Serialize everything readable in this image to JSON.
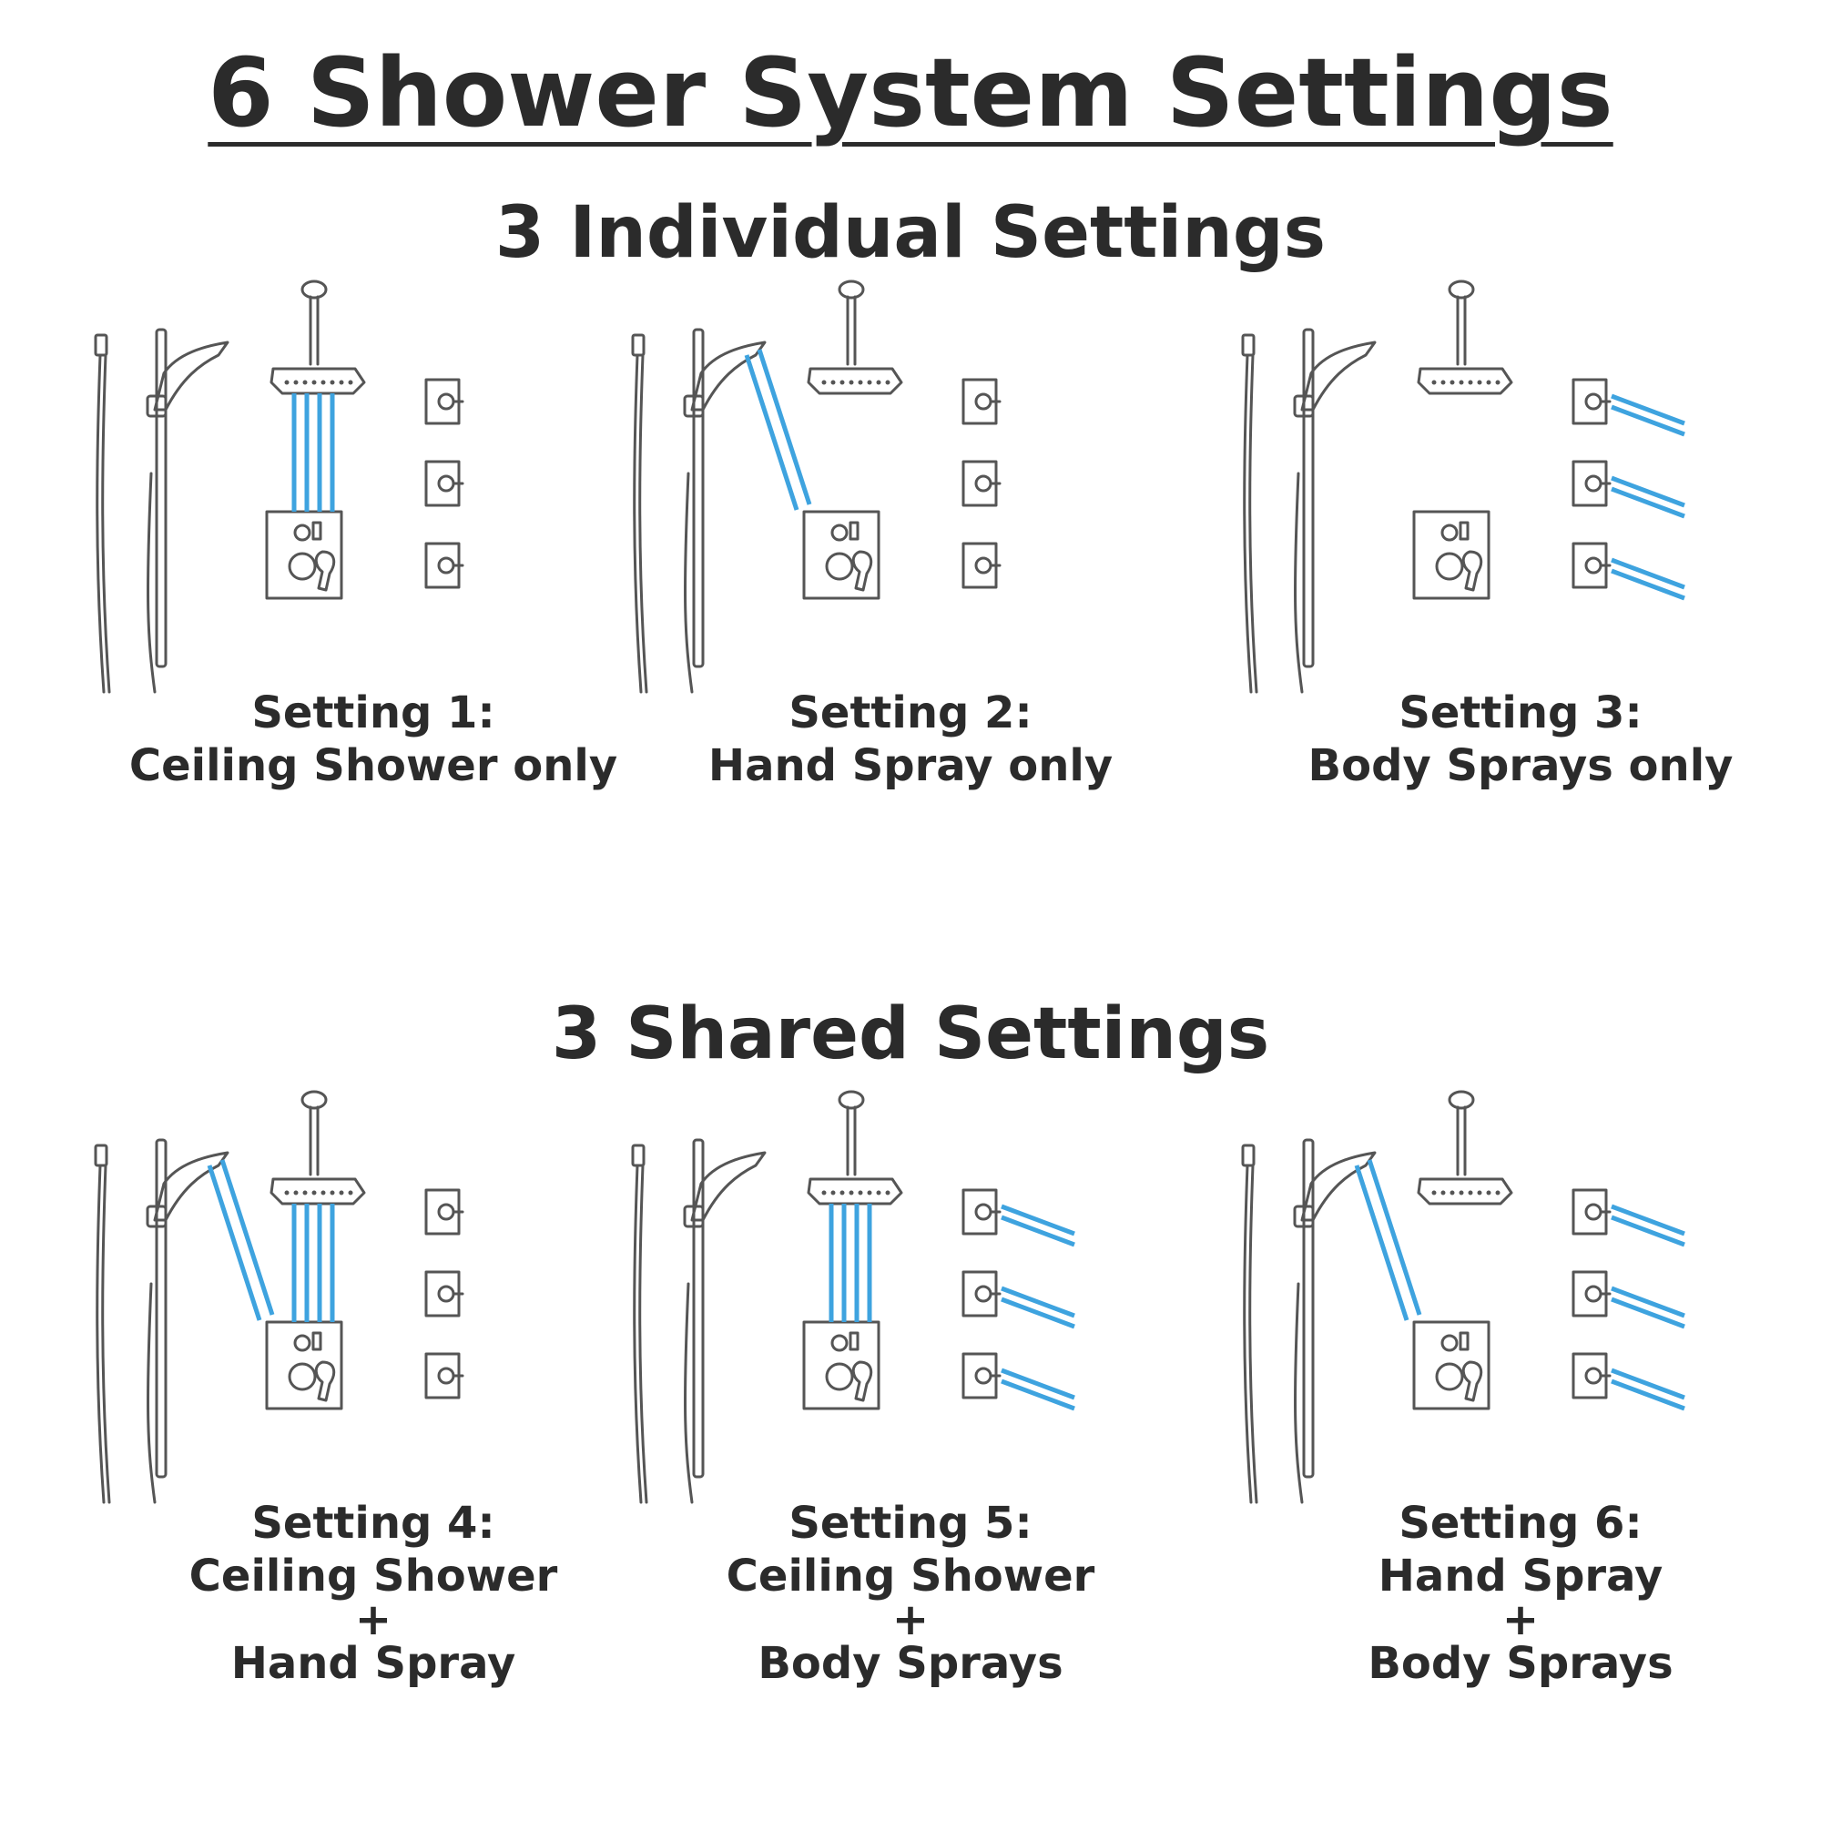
{
  "title": "6 Shower System Settings",
  "sections": [
    {
      "title": "3 Individual Settings"
    },
    {
      "title": "3 Shared Settings"
    }
  ],
  "colors": {
    "water": "#3ea3df",
    "line": "#555555",
    "text": "#2b2b2b"
  },
  "settings": [
    {
      "number": "Setting 1:",
      "line1": "Ceiling Shower only",
      "plus": "",
      "line2": "",
      "active": [
        "ceiling"
      ]
    },
    {
      "number": "Setting 2:",
      "line1": "Hand Spray only",
      "plus": "",
      "line2": "",
      "active": [
        "hand"
      ]
    },
    {
      "number": "Setting 3:",
      "line1": "Body Sprays only",
      "plus": "",
      "line2": "",
      "active": [
        "body"
      ]
    },
    {
      "number": "Setting 4:",
      "line1": "Ceiling Shower",
      "plus": "+",
      "line2": "Hand Spray",
      "active": [
        "ceiling",
        "hand"
      ]
    },
    {
      "number": "Setting 5:",
      "line1": "Ceiling Shower",
      "plus": "+",
      "line2": "Body Sprays",
      "active": [
        "ceiling",
        "body"
      ]
    },
    {
      "number": "Setting 6:",
      "line1": "Hand Spray",
      "plus": "+",
      "line2": "Body Sprays",
      "active": [
        "hand",
        "body"
      ]
    }
  ]
}
